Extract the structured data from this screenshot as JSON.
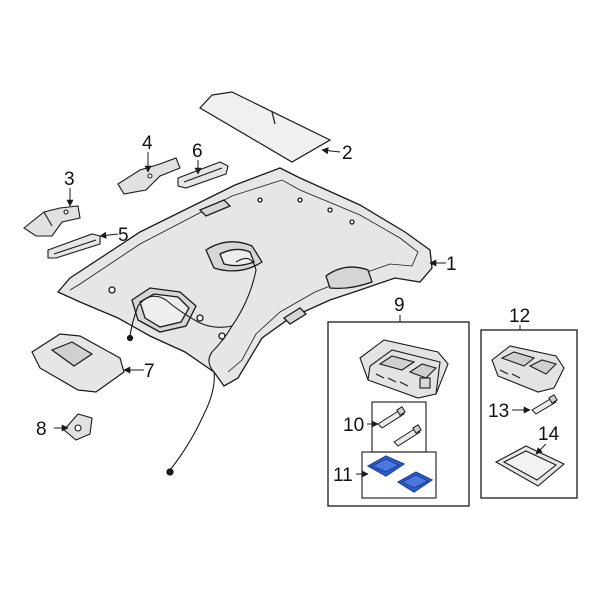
{
  "diagram": {
    "callouts": {
      "c1": "1",
      "c2": "2",
      "c3": "3",
      "c4": "4",
      "c5": "5",
      "c6": "6",
      "c7": "7",
      "c8": "8",
      "c9": "9",
      "c10": "10",
      "c11": "11",
      "c12": "12",
      "c13": "13",
      "c14": "14"
    },
    "colors": {
      "line": "#1a1a1a",
      "part_fill": "#e6e6e6",
      "part_shade": "#cfcfcf",
      "highlight": "#2f5fd0",
      "highlight_dark": "#1c3f9a"
    }
  }
}
